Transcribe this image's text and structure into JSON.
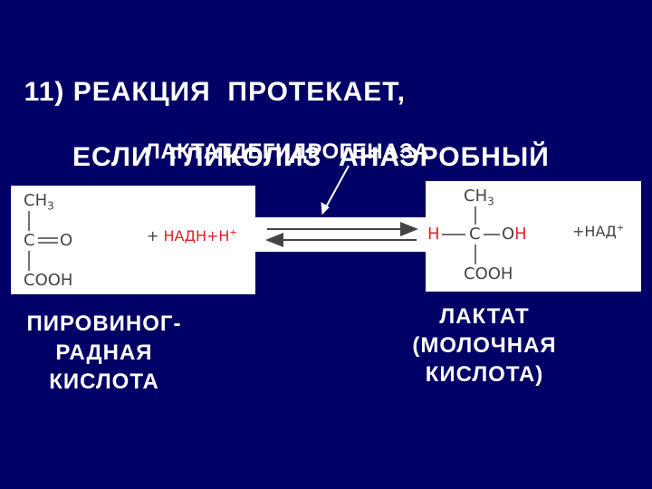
{
  "title": {
    "line1": "11) РЕАКЦИЯ  ПРОТЕКАЕТ,",
    "line2": "ЕСЛИ  ГЛИКОЛИЗ  АНАЭРОБНЫЙ"
  },
  "enzyme_label": "ЛАКТАТДЕГИДРОГЕНАЗА",
  "pyruvate": {
    "top_group": "CH3",
    "middle_carbon": "C",
    "middle_oxygen": "O",
    "bottom_group": "COOH",
    "name_lines": [
      "ПИРОВИНОГ-",
      "РАДНАЯ",
      "КИСЛОТА"
    ]
  },
  "reactants": {
    "plus1": "+",
    "nadh": "НАДН",
    "plus2": "+",
    "h_plus": "Н"
  },
  "lactate": {
    "top_group": "CH3",
    "left_h": "H",
    "center_c": "C",
    "right_o": "O",
    "right_h": "H",
    "bottom_group": "COOH",
    "name_lines": [
      "ЛАКТАТ",
      "(МОЛОЧНАЯ",
      "КИСЛОТА)"
    ]
  },
  "products": {
    "plus": "+",
    "nad": "НАД"
  },
  "colors": {
    "background": "#000066",
    "panel": "#ffffff",
    "chem_text": "#444444",
    "highlight": "#e0202a"
  }
}
